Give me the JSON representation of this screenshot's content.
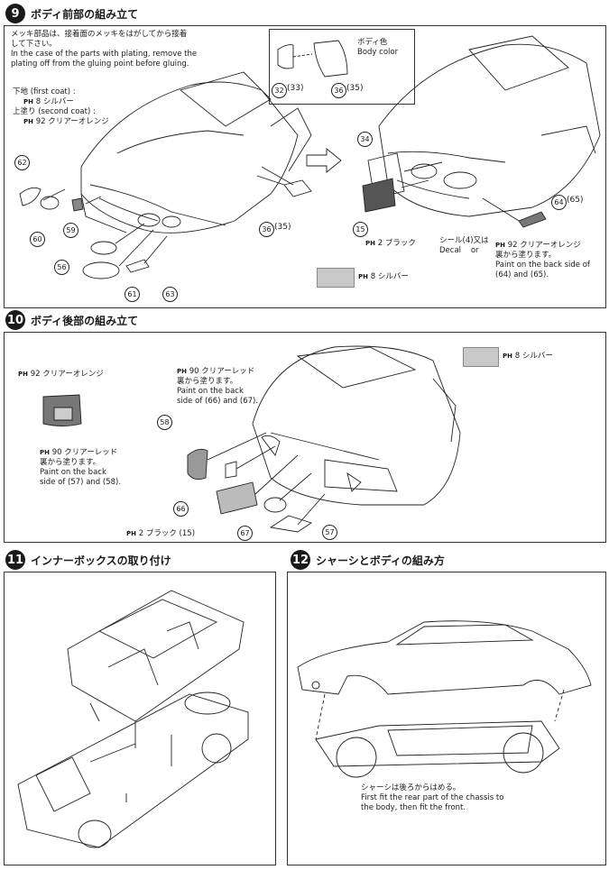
{
  "step9": {
    "number": "9",
    "title": "ボディ前部の組み立て",
    "plating_note": [
      "メッキ部品は、接着面のメッキをはがしてから接着",
      "して下さい。",
      "In the case of the parts with plating, remove the",
      "plating off from the gluing point before gluing."
    ],
    "first_coat": "下地 (first coat) :",
    "first_coat_paint": "8 シルバー",
    "second_coat": "上塗り (second coat) :",
    "second_coat_paint": "92 クリアーオレンジ",
    "body_color_jp": "ボディ色",
    "body_color_en": "Body color",
    "parts_mirror": [
      "32",
      "33",
      "36",
      "35"
    ],
    "parts_left": [
      "62",
      "60",
      "59",
      "56",
      "61",
      "63",
      "36",
      "35"
    ],
    "parts_right": [
      "34",
      "15",
      "64",
      "65"
    ],
    "black_label": "2 ブラック",
    "decal_jp": "シール",
    "decal_num": "4",
    "decal_or_jp": "又は",
    "decal_en": "Decal",
    "decal_or_en": "or",
    "orange_jp": "92 クリアーオレンジ",
    "orange_back_jp": "裏から塗ります。",
    "orange_back_en": "Paint on the back side of",
    "orange_back_parts": [
      "64",
      "65"
    ],
    "and": "and",
    "silver_legend": "8 シルバー"
  },
  "step10": {
    "number": "10",
    "title": "ボディ後部の組み立て",
    "silver_legend": "8 シルバー",
    "orange_label": "92 クリアーオレンジ",
    "red_label_top": "90 クリアーレッド",
    "red_back_jp_top": "裏から塗ります。",
    "red_back_en1": "Paint on the back",
    "red_back_en2": "side of",
    "red_parts_top": [
      "66",
      "67"
    ],
    "red_label_left": "90 クリアーレッド",
    "red_back_jp_left": "裏から塗ります。",
    "red_left_en1": "Paint on the back",
    "red_left_en2": "side of",
    "red_parts_left": [
      "57",
      "58"
    ],
    "parts": [
      "58",
      "66",
      "67",
      "57"
    ],
    "black_label": "2 ブラック",
    "black_part": "15"
  },
  "step11": {
    "number": "11",
    "title": "インナーボックスの取り付け"
  },
  "step12": {
    "number": "12",
    "title": "シャーシとボディの組み方",
    "note_jp": "シャーシは後ろからはめる。",
    "note_en1": "First fit the rear part of the chassis to",
    "note_en2": "the body, then fit the front."
  },
  "ph_mark": "PH",
  "colors": {
    "ink": "#1a1a1a",
    "swatch": "#c8c8c8",
    "orange": "#d9a070",
    "dark": "#404040"
  }
}
